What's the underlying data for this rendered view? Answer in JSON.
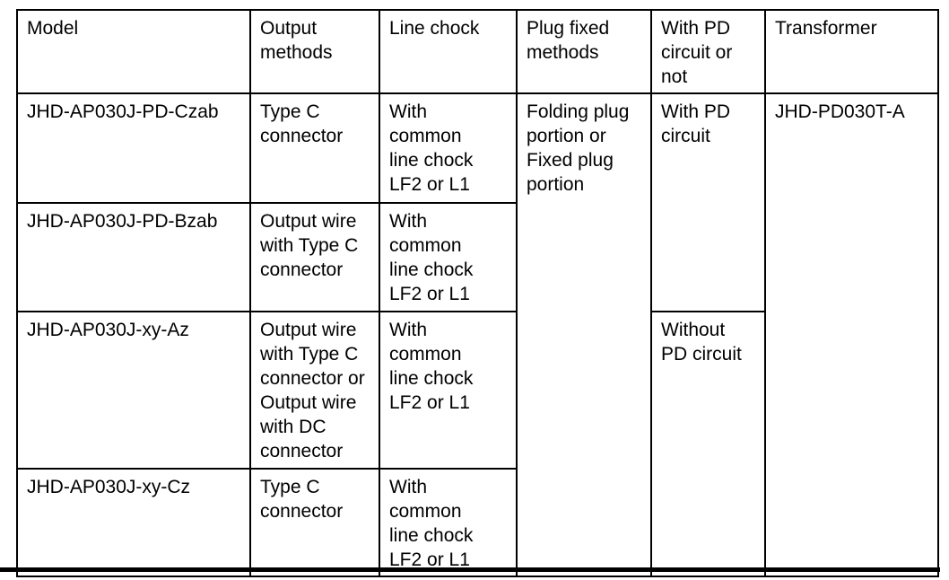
{
  "table": {
    "headers": [
      "Model",
      "Output\nmethods",
      "Line chock",
      "Plug fixed\nmethods",
      "With PD\ncircuit or\nnot",
      "Transformer"
    ],
    "rows": [
      {
        "model": "JHD-AP030J-PD-Czab",
        "output_methods": "Type C\nconnector",
        "line_chock": "With\ncommon\nline chock\nLF2 or L1",
        "plug_fixed_methods": "Folding plug\nportion or\nFixed plug\nportion",
        "pd_circuit": "With PD\ncircuit",
        "transformer": "JHD-PD030T-A"
      },
      {
        "model": "JHD-AP030J-PD-Bzab",
        "output_methods": "Output wire\nwith Type C\nconnector",
        "line_chock": "With\ncommon\nline chock\nLF2 or L1"
      },
      {
        "model": "JHD-AP030J-xy-Az",
        "output_methods": "Output wire\nwith Type C\nconnector or\nOutput wire\nwith DC\nconnector",
        "line_chock": "With\ncommon\nline chock\nLF2 or L1",
        "pd_circuit": "Without\nPD circuit"
      },
      {
        "model": "JHD-AP030J-xy-Cz",
        "output_methods": "Type C\nconnector",
        "line_chock": "With\ncommon\nline chock\nLF2 or L1"
      }
    ]
  }
}
